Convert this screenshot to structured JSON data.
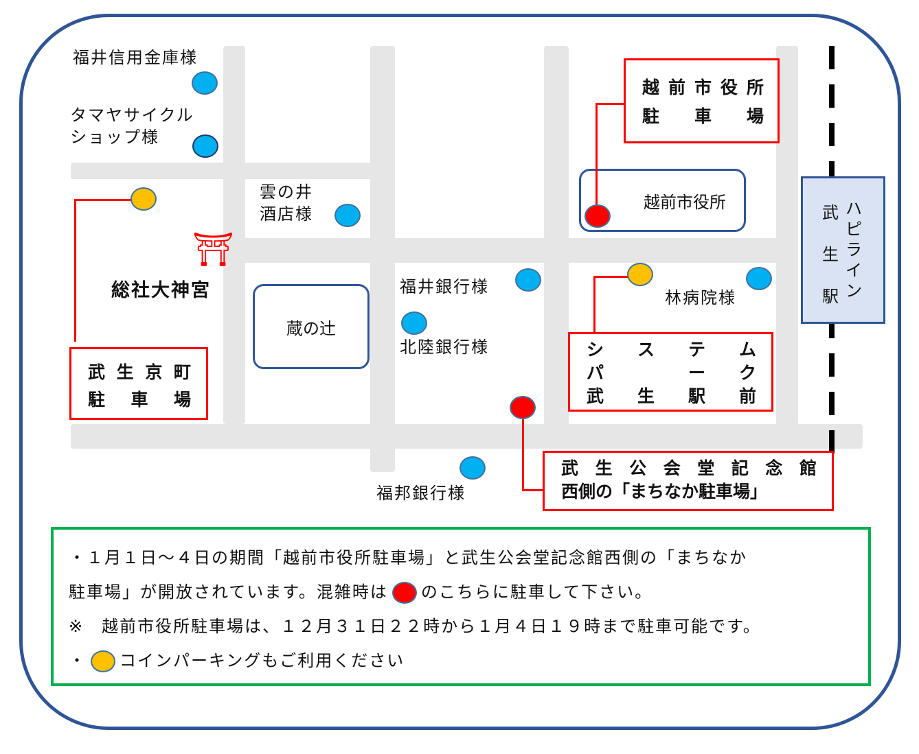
{
  "colors": {
    "frame": "#2f5597",
    "road": "#e6e6e6",
    "bank": "#00b0f0",
    "coin": "#ffc000",
    "parking": "#ff0000",
    "note_border": "#00b050",
    "station_fill": "#dae3f3"
  },
  "landmarks": {
    "fukui_shinyo": "福井信用金庫様",
    "tamaya_1": "タマヤサイクル",
    "tamaya_2": "ショップ様",
    "kumonoi_1": "雲の井",
    "kumonoi_2": "酒店様",
    "shrine_icon": "⛩",
    "shrine": "総社大神宮",
    "kuranotsuji": "蔵の辻",
    "fukui_bank": "福井銀行様",
    "hokuriku_bank": "北陸銀行様",
    "fukuho_bank": "福邦銀行様",
    "city_hall": "越前市役所",
    "hayashi": "林病院様"
  },
  "parking": {
    "cityhall": {
      "line1": [
        "越",
        "前",
        "市",
        "役",
        "所"
      ],
      "line2": [
        "駐",
        "車",
        "場"
      ]
    },
    "kyomachi": {
      "line1": [
        "武",
        "生",
        "京",
        "町"
      ],
      "line2": [
        "駐",
        "車",
        "場"
      ]
    },
    "systempark": {
      "line1": [
        "シ",
        "ス",
        "テ",
        "ム"
      ],
      "line2": [
        "パ",
        "",
        "ー",
        "ク"
      ],
      "line3": [
        "武",
        "生",
        "駅",
        "前"
      ]
    },
    "kokaido": {
      "line1": [
        "武",
        "生",
        "公",
        "会",
        "堂",
        "記",
        "念",
        "館"
      ],
      "line2": "西側の「まちなか駐車場」"
    }
  },
  "station": {
    "col1": [
      "武",
      "生",
      "駅"
    ],
    "col2": [
      "ハ",
      "ピ",
      "ラ",
      "イ",
      "ン"
    ]
  },
  "notes": {
    "l1": "・１月１日～４日の期間「越前市役所駐車場」と武生公会堂記念館西側の「まちなか",
    "l2a": "駐車場」が開放されています。混雑時は",
    "l2b": "のこちらに駐車して下さい。",
    "l3": "※　越前市役所駐車場は、１２月３１日２２時から１月４日１９時まで駐車可能です。",
    "l4a": "・",
    "l4b": "コインパーキングもご利用ください"
  }
}
